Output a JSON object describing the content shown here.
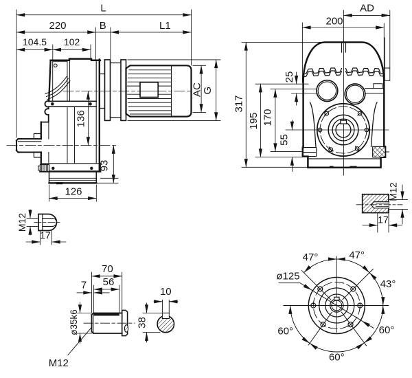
{
  "drawing": {
    "type": "engineering dimensional drawing",
    "subject": "parallel shaft helical gear motor",
    "ink_color": "#151515",
    "background_color": "#ffffff",
    "views": {
      "side": {
        "name": "side view of gear motor",
        "dims": {
          "L": "L",
          "d220": "220",
          "B": "B",
          "L1": "L1",
          "d104_5": "104.5",
          "d102": "102",
          "d136": "136",
          "d93": "93",
          "d126": "126",
          "AC": "AC",
          "G": "G"
        }
      },
      "front": {
        "name": "front view of housing",
        "dims": {
          "AD": "AD",
          "d200": "200",
          "d317": "317",
          "d195": "195",
          "d170": "170",
          "d55": "55",
          "d25": "25"
        }
      },
      "key_detail": {
        "name": "shaft end tapped hole detail",
        "dims": {
          "M12": "M12",
          "d17": "17"
        }
      },
      "section_detail": {
        "name": "tapped hole cross section detail",
        "dims": {
          "M12": "M12",
          "d17": "17"
        }
      },
      "shaft_detail": {
        "name": "output shaft end detail",
        "dims": {
          "d70": "70",
          "d56": "56",
          "d7": "7",
          "dia": "ø35k6",
          "M12": "M12"
        }
      },
      "shaft_section": {
        "name": "shaft cross section with key",
        "dims": {
          "d10": "10",
          "d38": "38"
        }
      },
      "flange_detail": {
        "name": "flange bolt circle detail",
        "dims": {
          "dia": "ø125",
          "a47L": "47°",
          "a47R": "47°",
          "a43": "43°",
          "a60L": "60°",
          "a60B": "60°",
          "a60R": "60°"
        }
      }
    }
  }
}
